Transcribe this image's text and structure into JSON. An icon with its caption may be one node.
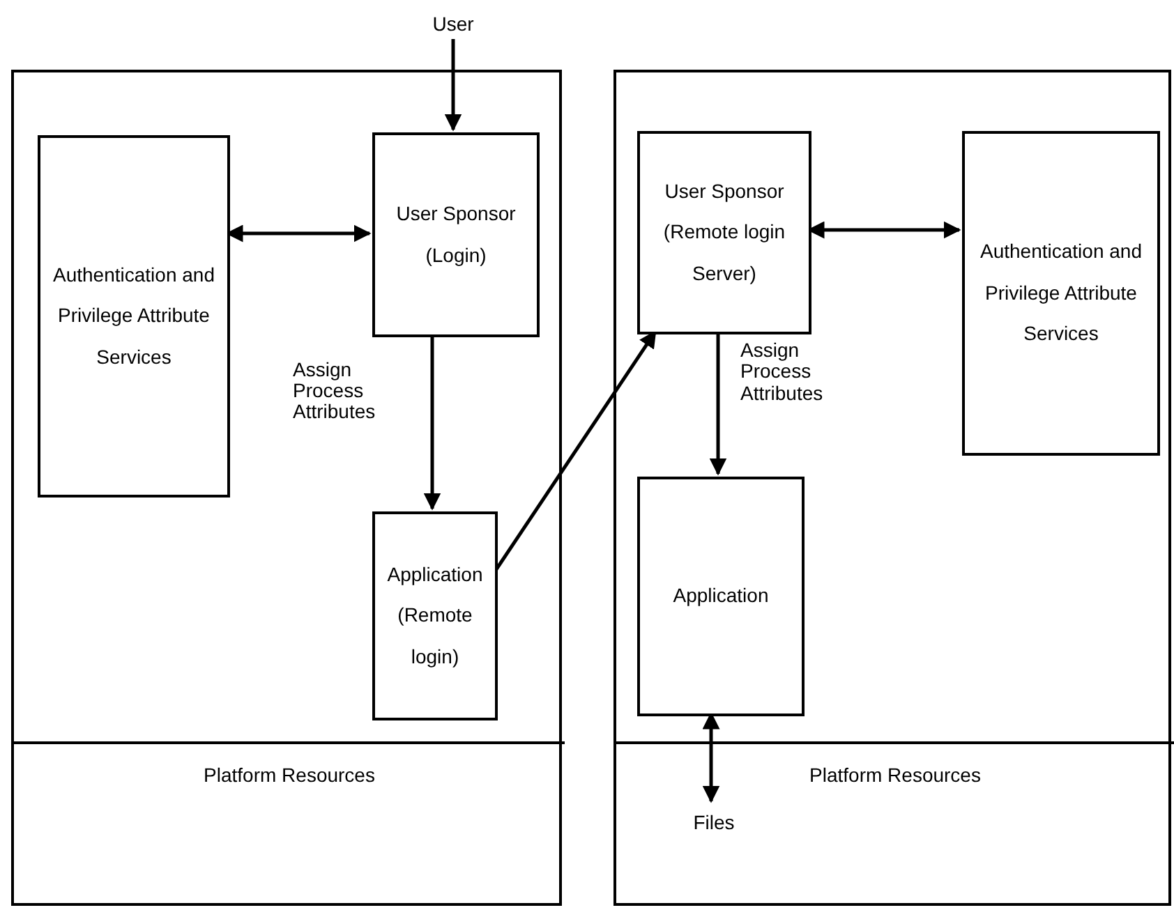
{
  "diagram": {
    "nodes": [
      {
        "text": [],
        "shape": "box"
      },
      {
        "text": [
          "Authentication and Privilege Attribute Services"
        ],
        "in": 0
      },
      {
        "text": [
          "User Sponsor (Login)"
        ],
        "in": 0
      },
      {
        "text": [
          "Application (Remote login)"
        ],
        "in": 0
      },
      {
        "text": [
          "Platform Resources"
        ],
        "in": 0
      },
      {
        "text": [],
        "shape": "box"
      },
      {
        "text": [
          "User Sponsor (Remote login Server)"
        ],
        "in": 5
      },
      {
        "text": [
          "Authentication and Privilege Attribute Services"
        ],
        "in": 5
      },
      {
        "text": [
          "Application"
        ],
        "in": 5
      },
      {
        "text": [
          "Platform Resources"
        ],
        "in": 5
      },
      {
        "text": [
          "User"
        ]
      },
      {
        "text": [
          "Files"
        ],
        "in": 9
      }
    ],
    "edges": [
      {
        "from": 10,
        "to": 2,
        "arrow": "to"
      },
      {
        "from": 1,
        "to": 2,
        "arrow": "both"
      },
      {
        "from": 2,
        "to": 3,
        "arrow": "to",
        "label": "Assign Process Attributes"
      },
      {
        "from": 3,
        "to": 6,
        "arrow": "to"
      },
      {
        "from": 6,
        "to": 7,
        "arrow": "both"
      },
      {
        "from": 6,
        "to": 8,
        "arrow": "to",
        "label": "Assign Process Attributes"
      },
      {
        "from": 8,
        "to": 11,
        "arrow": "both"
      }
    ]
  }
}
